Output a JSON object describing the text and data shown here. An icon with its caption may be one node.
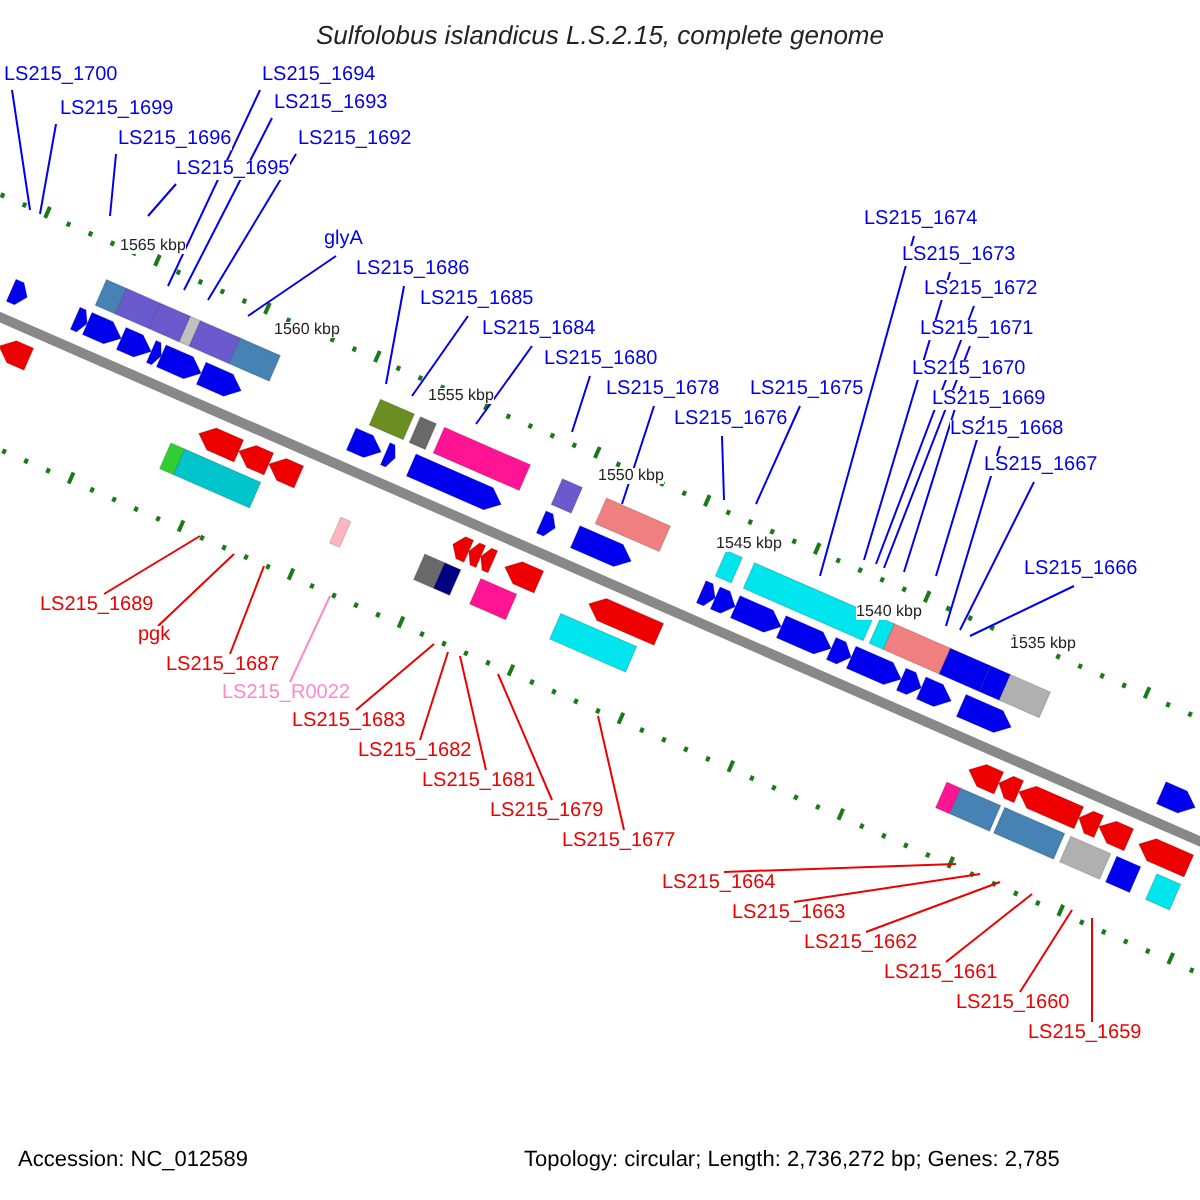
{
  "diagram": {
    "title": "Sulfolobus islandicus L.S.2.15, complete genome",
    "nodes": [
      {
        "text": [
          "LS215_1700"
        ]
      },
      {
        "text": [
          "LS215_1699"
        ]
      },
      {
        "text": [
          "LS215_1694"
        ]
      },
      {
        "text": [
          "LS215_1693"
        ]
      },
      {
        "text": [
          "LS215_1696"
        ]
      },
      {
        "text": [
          "LS215_1695"
        ]
      },
      {
        "text": [
          "LS215_1692"
        ]
      },
      {
        "text": [
          "glyA"
        ]
      },
      {
        "text": [
          "LS215_1686"
        ]
      },
      {
        "text": [
          "LS215_1685"
        ]
      },
      {
        "text": [
          "LS215_1684"
        ]
      },
      {
        "text": [
          "LS215_1680"
        ]
      },
      {
        "text": [
          "LS215_1678"
        ]
      },
      {
        "text": [
          "LS215_1676"
        ]
      },
      {
        "text": [
          "LS215_1675"
        ]
      },
      {
        "text": [
          "LS215_1674"
        ]
      },
      {
        "text": [
          "LS215_1673"
        ]
      },
      {
        "text": [
          "LS215_1672"
        ]
      },
      {
        "text": [
          "LS215_1671"
        ]
      },
      {
        "text": [
          "LS215_1670"
        ]
      },
      {
        "text": [
          "LS215_1669"
        ]
      },
      {
        "text": [
          "LS215_1668"
        ]
      },
      {
        "text": [
          "LS215_1667"
        ]
      },
      {
        "text": [
          "LS215_1666"
        ]
      },
      {
        "text": [
          "LS215_1689"
        ]
      },
      {
        "text": [
          "pgk"
        ]
      },
      {
        "text": [
          "LS215_1687"
        ]
      },
      {
        "text": [
          "LS215_R0022"
        ]
      },
      {
        "text": [
          "LS215_1683"
        ]
      },
      {
        "text": [
          "LS215_1682"
        ]
      },
      {
        "text": [
          "LS215_1681"
        ]
      },
      {
        "text": [
          "LS215_1679"
        ]
      },
      {
        "text": [
          "LS215_1677"
        ]
      },
      {
        "text": [
          "LS215_1664"
        ]
      },
      {
        "text": [
          "LS215_1663"
        ]
      },
      {
        "text": [
          "LS215_1662"
        ]
      },
      {
        "text": [
          "LS215_1661"
        ]
      },
      {
        "text": [
          "LS215_1660"
        ]
      },
      {
        "text": [
          "LS215_1659"
        ]
      }
    ],
    "edges": [
      {
        "from": 0,
        "to": null,
        "arrow": "none"
      },
      {
        "from": 1,
        "to": null,
        "arrow": "none"
      },
      {
        "from": 2,
        "to": null,
        "arrow": "none"
      },
      {
        "from": 3,
        "to": null,
        "arrow": "none"
      },
      {
        "from": 4,
        "to": null,
        "arrow": "none"
      },
      {
        "from": 5,
        "to": null,
        "arrow": "none"
      },
      {
        "from": 6,
        "to": null,
        "arrow": "none"
      },
      {
        "from": 7,
        "to": null,
        "arrow": "none"
      },
      {
        "from": 8,
        "to": null,
        "arrow": "none"
      },
      {
        "from": 9,
        "to": null,
        "arrow": "none"
      },
      {
        "from": 10,
        "to": null,
        "arrow": "none"
      },
      {
        "from": 11,
        "to": null,
        "arrow": "none"
      },
      {
        "from": 12,
        "to": null,
        "arrow": "none"
      },
      {
        "from": 13,
        "to": null,
        "arrow": "none"
      },
      {
        "from": 14,
        "to": null,
        "arrow": "none"
      },
      {
        "from": 15,
        "to": null,
        "arrow": "none"
      },
      {
        "from": 16,
        "to": null,
        "arrow": "none"
      },
      {
        "from": 17,
        "to": null,
        "arrow": "none"
      },
      {
        "from": 18,
        "to": null,
        "arrow": "none"
      },
      {
        "from": 19,
        "to": null,
        "arrow": "none"
      },
      {
        "from": 20,
        "to": null,
        "arrow": "none"
      },
      {
        "from": 21,
        "to": null,
        "arrow": "none"
      },
      {
        "from": 22,
        "to": null,
        "arrow": "none"
      },
      {
        "from": 23,
        "to": null,
        "arrow": "none"
      },
      {
        "from": 24,
        "to": null,
        "arrow": "none",
        "color": "#ee0000"
      },
      {
        "from": 25,
        "to": null,
        "arrow": "none",
        "color": "#ee0000"
      },
      {
        "from": 26,
        "to": null,
        "arrow": "none",
        "color": "#ee0000"
      },
      {
        "from": 27,
        "to": null,
        "arrow": "none",
        "color": "#ff88cc"
      },
      {
        "from": 28,
        "to": null,
        "arrow": "none",
        "color": "#ee0000"
      },
      {
        "from": 29,
        "to": null,
        "arrow": "none",
        "color": "#ee0000"
      },
      {
        "from": 30,
        "to": null,
        "arrow": "none",
        "color": "#ee0000"
      },
      {
        "from": 31,
        "to": null,
        "arrow": "none",
        "color": "#ee0000"
      },
      {
        "from": 32,
        "to": null,
        "arrow": "none",
        "color": "#ee0000"
      },
      {
        "from": 33,
        "to": null,
        "arrow": "none",
        "color": "#ee0000"
      },
      {
        "from": 34,
        "to": null,
        "arrow": "none",
        "color": "#ee0000"
      },
      {
        "from": 35,
        "to": null,
        "arrow": "none",
        "color": "#ee0000"
      },
      {
        "from": 36,
        "to": null,
        "arrow": "none",
        "color": "#ee0000"
      },
      {
        "from": 37,
        "to": null,
        "arrow": "none",
        "color": "#ee0000"
      },
      {
        "from": 38,
        "to": null,
        "arrow": "none",
        "color": "#ee0000"
      }
    ],
    "labels": [
      "1565 kbp",
      "1560 kbp",
      "1555 kbp",
      "1550 kbp",
      "1545 kbp",
      "1540 kbp",
      "1535 kbp",
      "Accession: NC_012589",
      "Topology: circular; Length: 2,736,272 bp; Genes: 2,785"
    ]
  }
}
